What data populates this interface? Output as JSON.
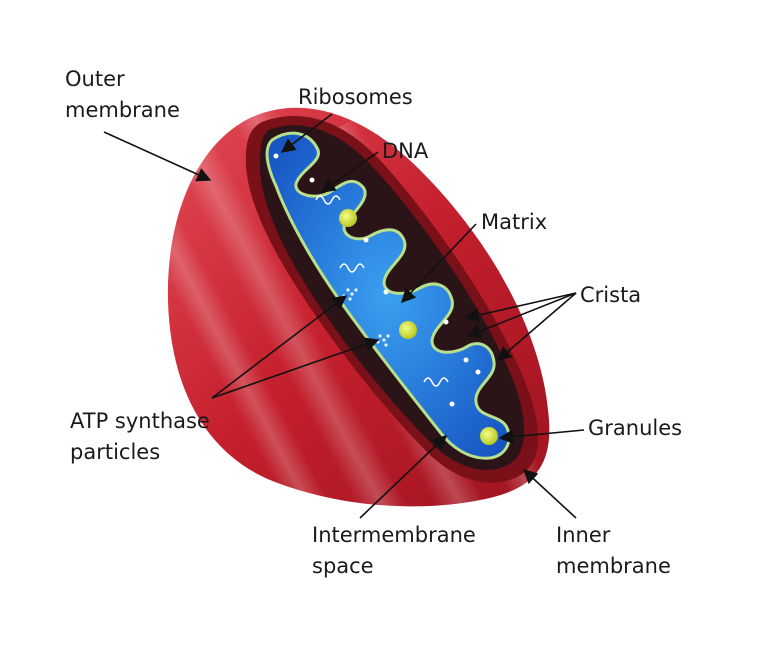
{
  "diagram": {
    "labels": {
      "outer_membrane": [
        "Outer",
        "membrane"
      ],
      "ribosomes": "Ribosomes",
      "dna": "DNA",
      "matrix": "Matrix",
      "crista": "Crista",
      "atp_synthase": [
        "ATP synthase",
        "particles"
      ],
      "granules": "Granules",
      "intermembrane_space": [
        "Intermembrane",
        "space"
      ],
      "inner_membrane": [
        "Inner",
        "membrane"
      ]
    },
    "colors": {
      "outer_membrane": "#c8202c",
      "outer_membrane_light": "#e8505a",
      "intermembrane": "#2b1418",
      "inner_membrane": "#b8e08a",
      "matrix": "#1f6fd6",
      "matrix_light": "#3aa0f0",
      "granule": "#d8e83a",
      "ribosome": "#ffffff",
      "text": "#1a1a1a"
    }
  }
}
